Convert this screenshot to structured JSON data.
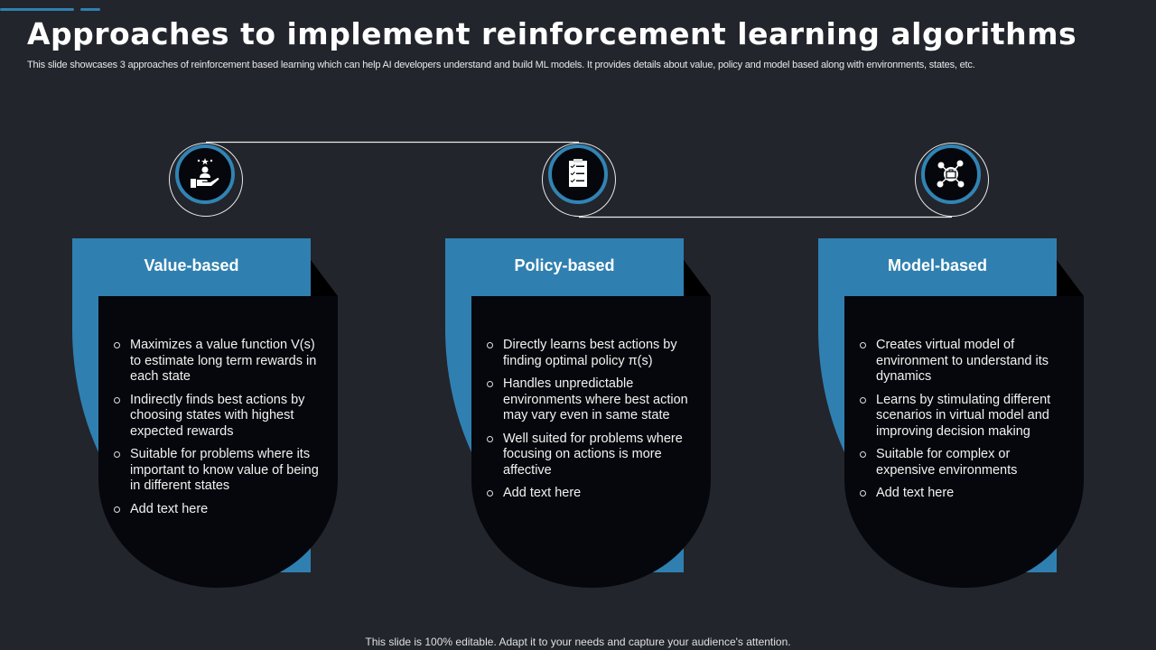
{
  "slide": {
    "title": "Approaches to implement reinforcement learning algorithms",
    "subtitle": "This slide showcases 3 approaches of reinforcement based learning which can help AI developers understand and build ML models. It provides details about value, policy and model based along with environments, states, etc.",
    "footer": "This slide is 100% editable. Adapt it to your needs and capture your audience's attention."
  },
  "colors": {
    "background": "#22252c",
    "accent_blue": "#2f80b0",
    "card_dark": "#05070c"
  },
  "approaches": [
    {
      "heading": "Value-based",
      "icon": "hand-user-stars-icon",
      "points": [
        "Maximizes a value function V(s) to estimate long term rewards in each state",
        "Indirectly finds best actions by choosing states with highest expected rewards",
        "Suitable for problems where its important to know value of being in different states",
        "Add text here"
      ]
    },
    {
      "heading": "Policy-based",
      "icon": "clipboard-checklist-icon",
      "points": [
        "Directly learns best actions by finding optimal policy π(s)",
        "Handles unpredictable environments where best action may vary even in same state",
        "Well suited for problems where focusing on actions is more affective",
        "Add text here"
      ]
    },
    {
      "heading": "Model-based",
      "icon": "network-briefcase-icon",
      "points": [
        "Creates virtual model of environment to understand its dynamics",
        "Learns by stimulating different scenarios in virtual model and improving decision making",
        "Suitable for complex or expensive environments",
        "Add text here"
      ]
    }
  ]
}
